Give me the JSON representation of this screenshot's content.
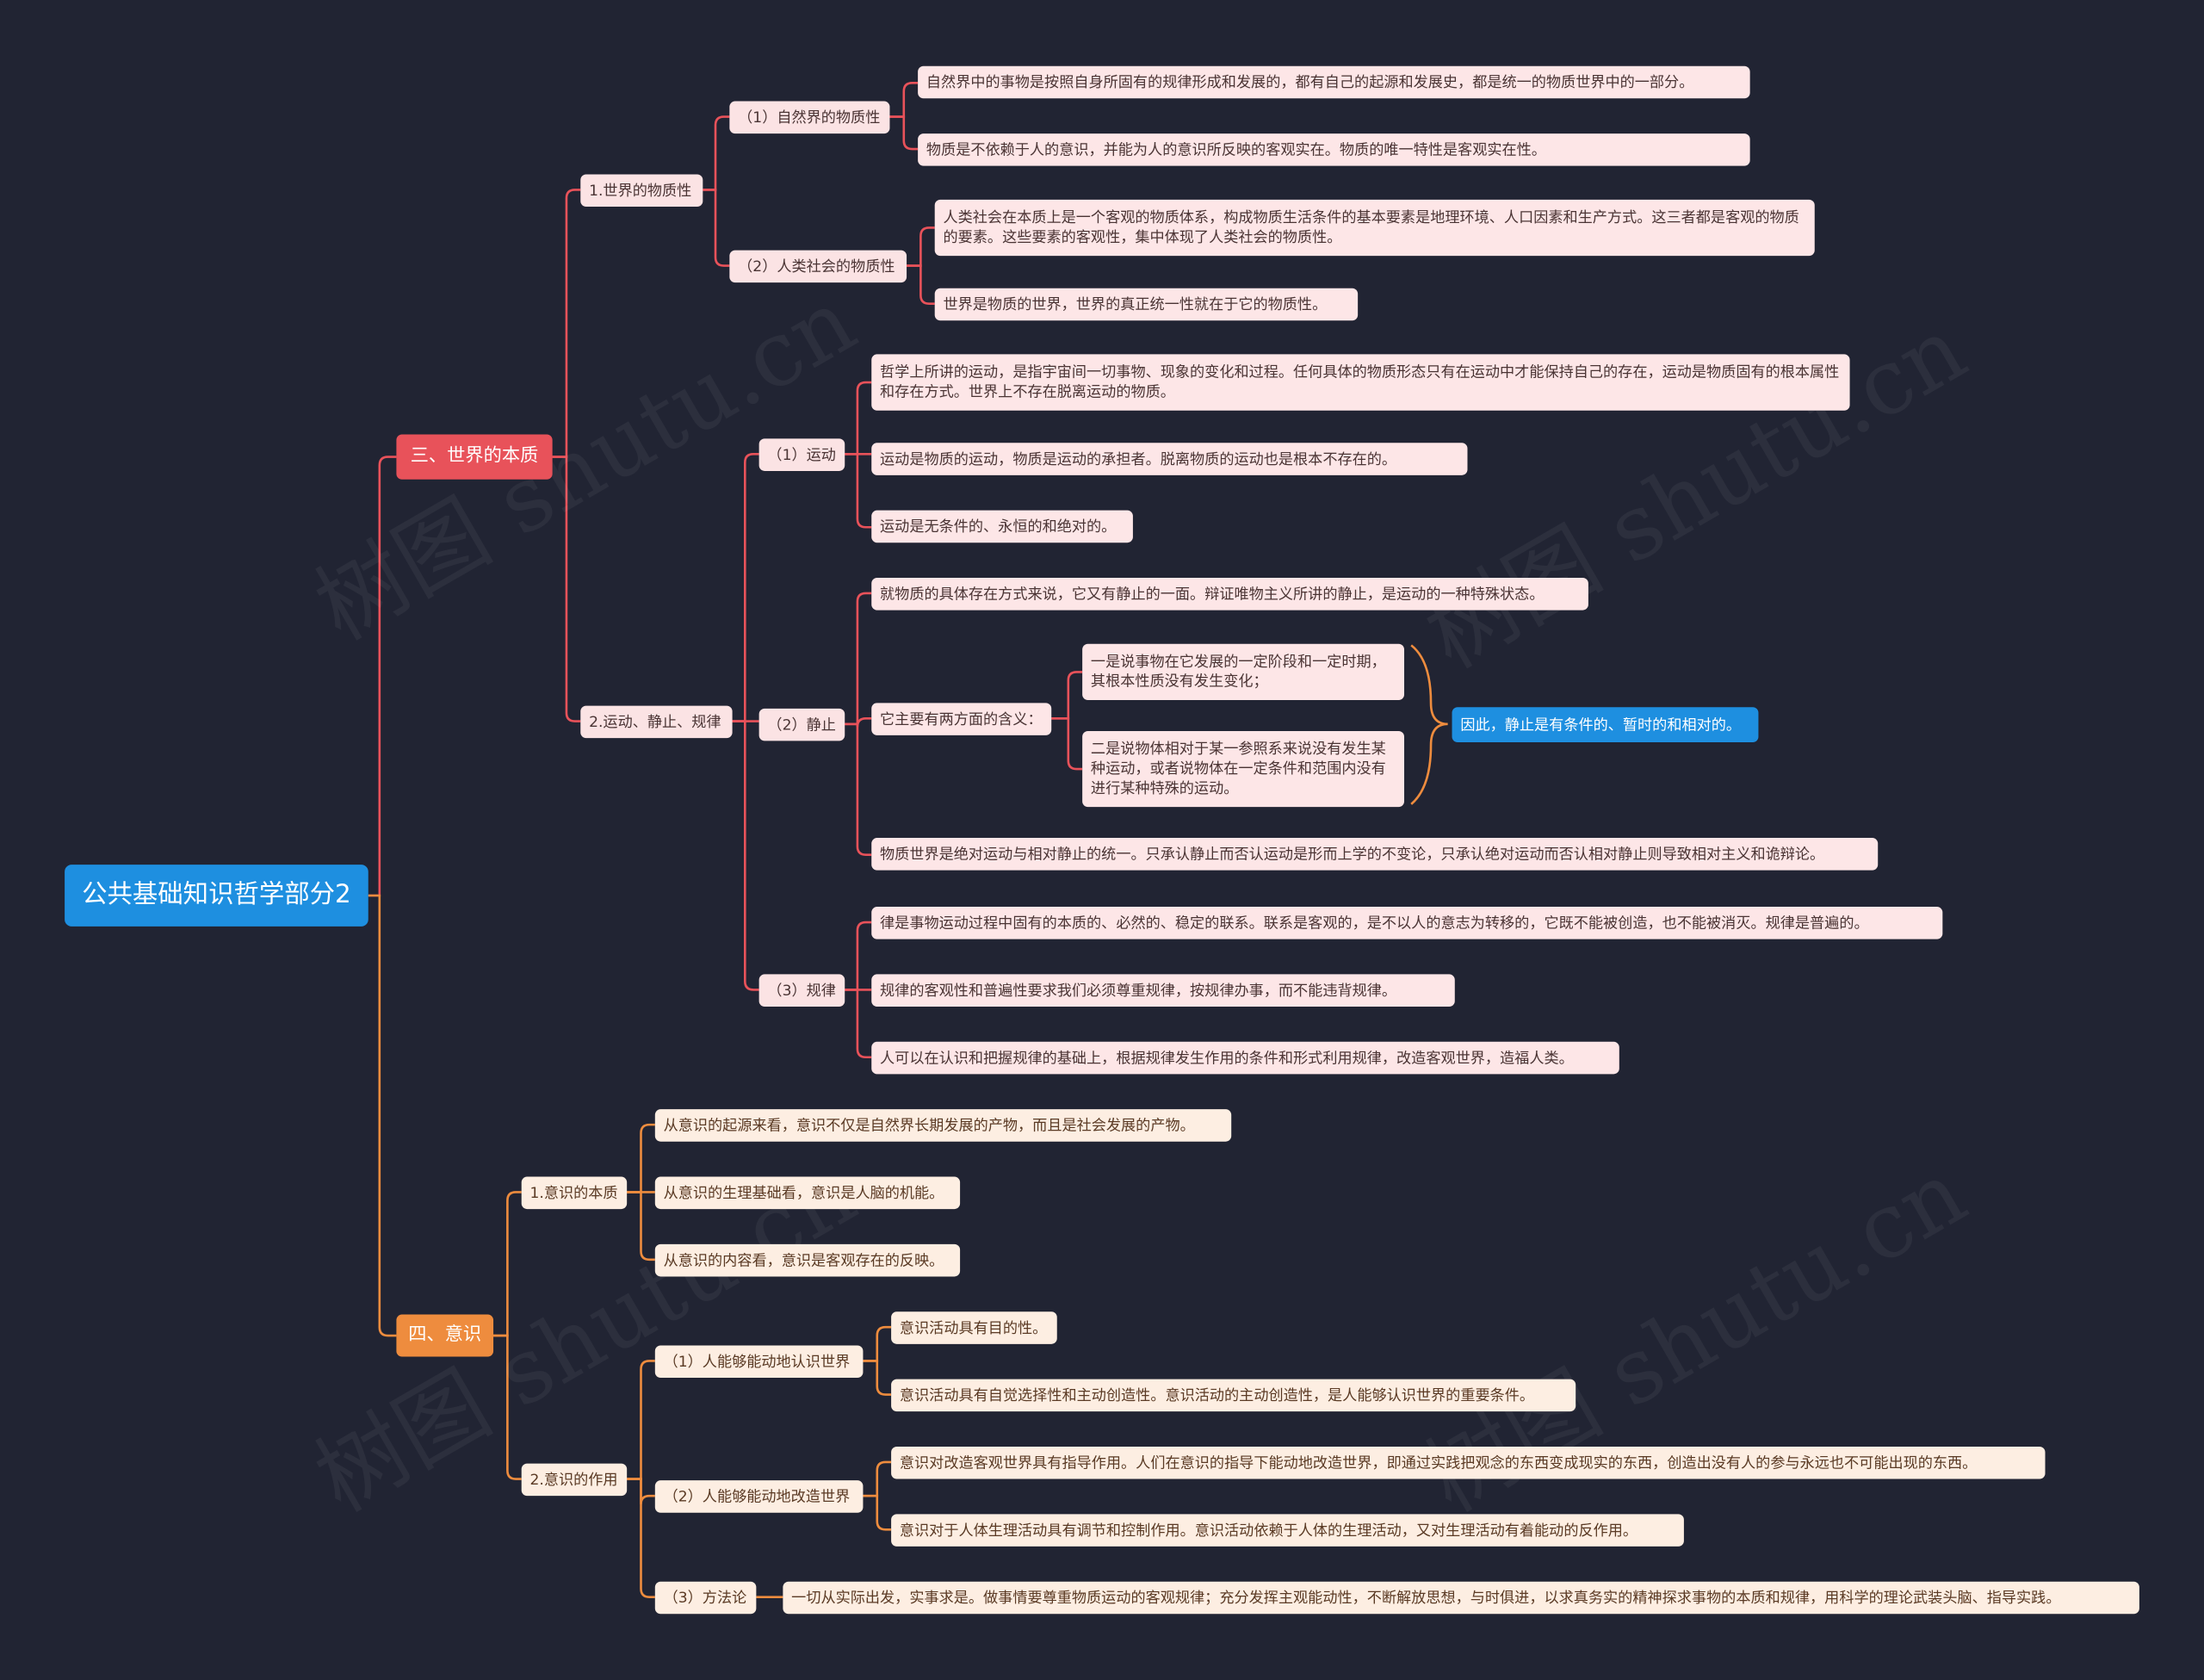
{
  "root": "公共基础知识哲学部分2",
  "sec3": {
    "title": "三、世界的本质",
    "s1": {
      "title": "1.世界的物质性",
      "nat": {
        "title": "（1）自然界的物质性",
        "l1": "自然界中的事物是按照自身所固有的规律形成和发展的，都有自己的起源和发展史，都是统一的物质世界中的一部分。",
        "l2": "物质是不依赖于人的意识，并能为人的意识所反映的客观实在。物质的唯一特性是客观实在性。"
      },
      "soc": {
        "title": "（2）人类社会的物质性",
        "l1": "人类社会在本质上是一个客观的物质体系，构成物质生活条件的基本要素是地理环境、人口因素和生产方式。这三者都是客观的物质的要素。这些要素的客观性，集中体现了人类社会的物质性。",
        "l2": "世界是物质的世界，世界的真正统一性就在于它的物质性。"
      }
    },
    "s2": {
      "title": "2.运动、静止、规律",
      "mov": {
        "title": "（1）运动",
        "l1": "哲学上所讲的运动，是指宇宙间一切事物、现象的变化和过程。任何具体的物质形态只有在运动中才能保持自己的存在，运动是物质固有的根本属性和存在方式。世界上不存在脱离运动的物质。",
        "l2": "运动是物质的运动，物质是运动的承担者。脱离物质的运动也是根本不存在的。",
        "l3": "运动是无条件的、永恒的和绝对的。"
      },
      "rest": {
        "title": "（2）静止",
        "l1": "就物质的具体存在方式来说，它又有静止的一面。辩证唯物主义所讲的静止，是运动的一种特殊状态。",
        "two": "它主要有两方面的含义：",
        "t1": "一是说事物在它发展的一定阶段和一定时期，其根本性质没有发生变化；",
        "t2": "二是说物体相对于某一参照系来说没有发生某种运动，或者说物体在一定条件和范围内没有进行某种特殊的运动。",
        "summary": "因此，静止是有条件的、暂时的和相对的。",
        "l3": "物质世界是绝对运动与相对静止的统一。只承认静止而否认运动是形而上学的不变论，只承认绝对运动而否认相对静止则导致相对主义和诡辩论。"
      },
      "law": {
        "title": "（3）规律",
        "l1": "律是事物运动过程中固有的本质的、必然的、稳定的联系。联系是客观的，是不以人的意志为转移的，它既不能被创造，也不能被消灭。规律是普遍的。",
        "l2": "规律的客观性和普遍性要求我们必须尊重规律，按规律办事，而不能违背规律。",
        "l3": "人可以在认识和把握规律的基础上，根据规律发生作用的条件和形式利用规律，改造客观世界，造福人类。"
      }
    }
  },
  "sec4": {
    "title": "四、意识",
    "s1": {
      "title": "1.意识的本质",
      "l1": "从意识的起源来看，意识不仅是自然界长期发展的产物，而且是社会发展的产物。",
      "l2": "从意识的生理基础看，意识是人脑的机能。",
      "l3": "从意识的内容看，意识是客观存在的反映。"
    },
    "s2": {
      "title": "2.意识的作用",
      "a": {
        "title": "（1）人能够能动地认识世界",
        "l1": "意识活动具有目的性。",
        "l2": "意识活动具有自觉选择性和主动创造性。意识活动的主动创造性，是人能够认识世界的重要条件。"
      },
      "b": {
        "title": "（2）人能够能动地改造世界",
        "l1": "意识对改造客观世界具有指导作用。人们在意识的指导下能动地改造世界，即通过实践把观念的东西变成现实的东西，创造出没有人的参与永远也不可能出现的东西。",
        "l2": "意识对于人体生理活动具有调节和控制作用。意识活动依赖于人体的生理活动，又对生理活动有着能动的反作用。"
      },
      "c": {
        "title": "（3）方法论",
        "l1": "一切从实际出发，实事求是。做事情要尊重物质运动的客观规律；充分发挥主观能动性，不断解放思想，与时俱进，以求真务实的精神探求事物的本质和规律，用科学的理论武装头脑、指导实践。"
      }
    }
  },
  "watermark": "树图 shutu.cn",
  "colors": {
    "background": "#212433",
    "root": "#1e8fe0",
    "red_branch": "#e8525a",
    "orange_branch": "#ee8c3e"
  }
}
